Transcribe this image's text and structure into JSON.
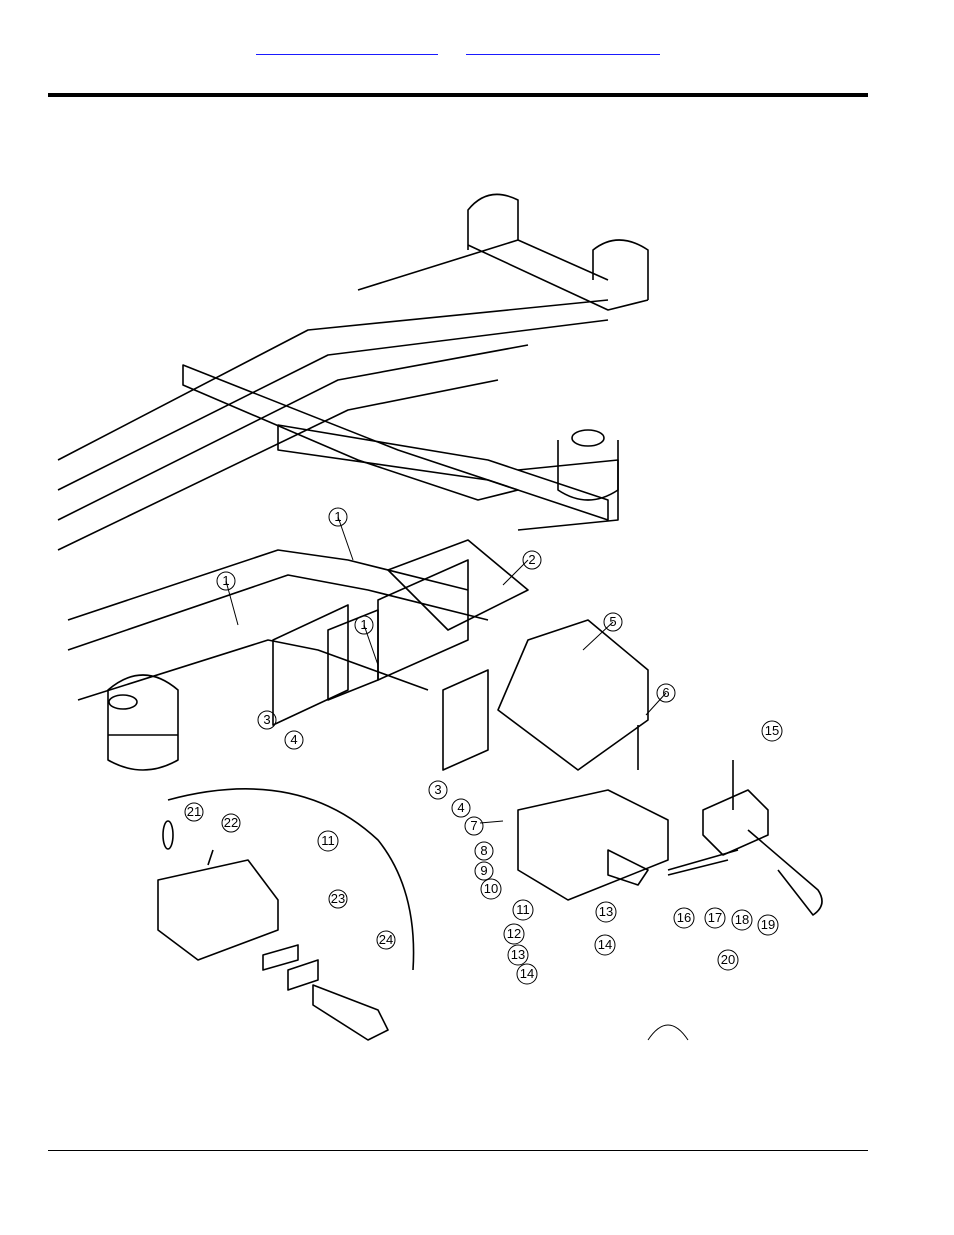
{
  "header": {
    "links": [
      "",
      ""
    ]
  },
  "callouts": [
    "1",
    "1",
    "1",
    "2",
    "3",
    "3",
    "4",
    "4",
    "5",
    "6",
    "7",
    "8",
    "9",
    "10",
    "11",
    "11",
    "12",
    "13",
    "13",
    "14",
    "14",
    "15",
    "16",
    "17",
    "18",
    "19",
    "20",
    "21",
    "22",
    "23",
    "24"
  ]
}
